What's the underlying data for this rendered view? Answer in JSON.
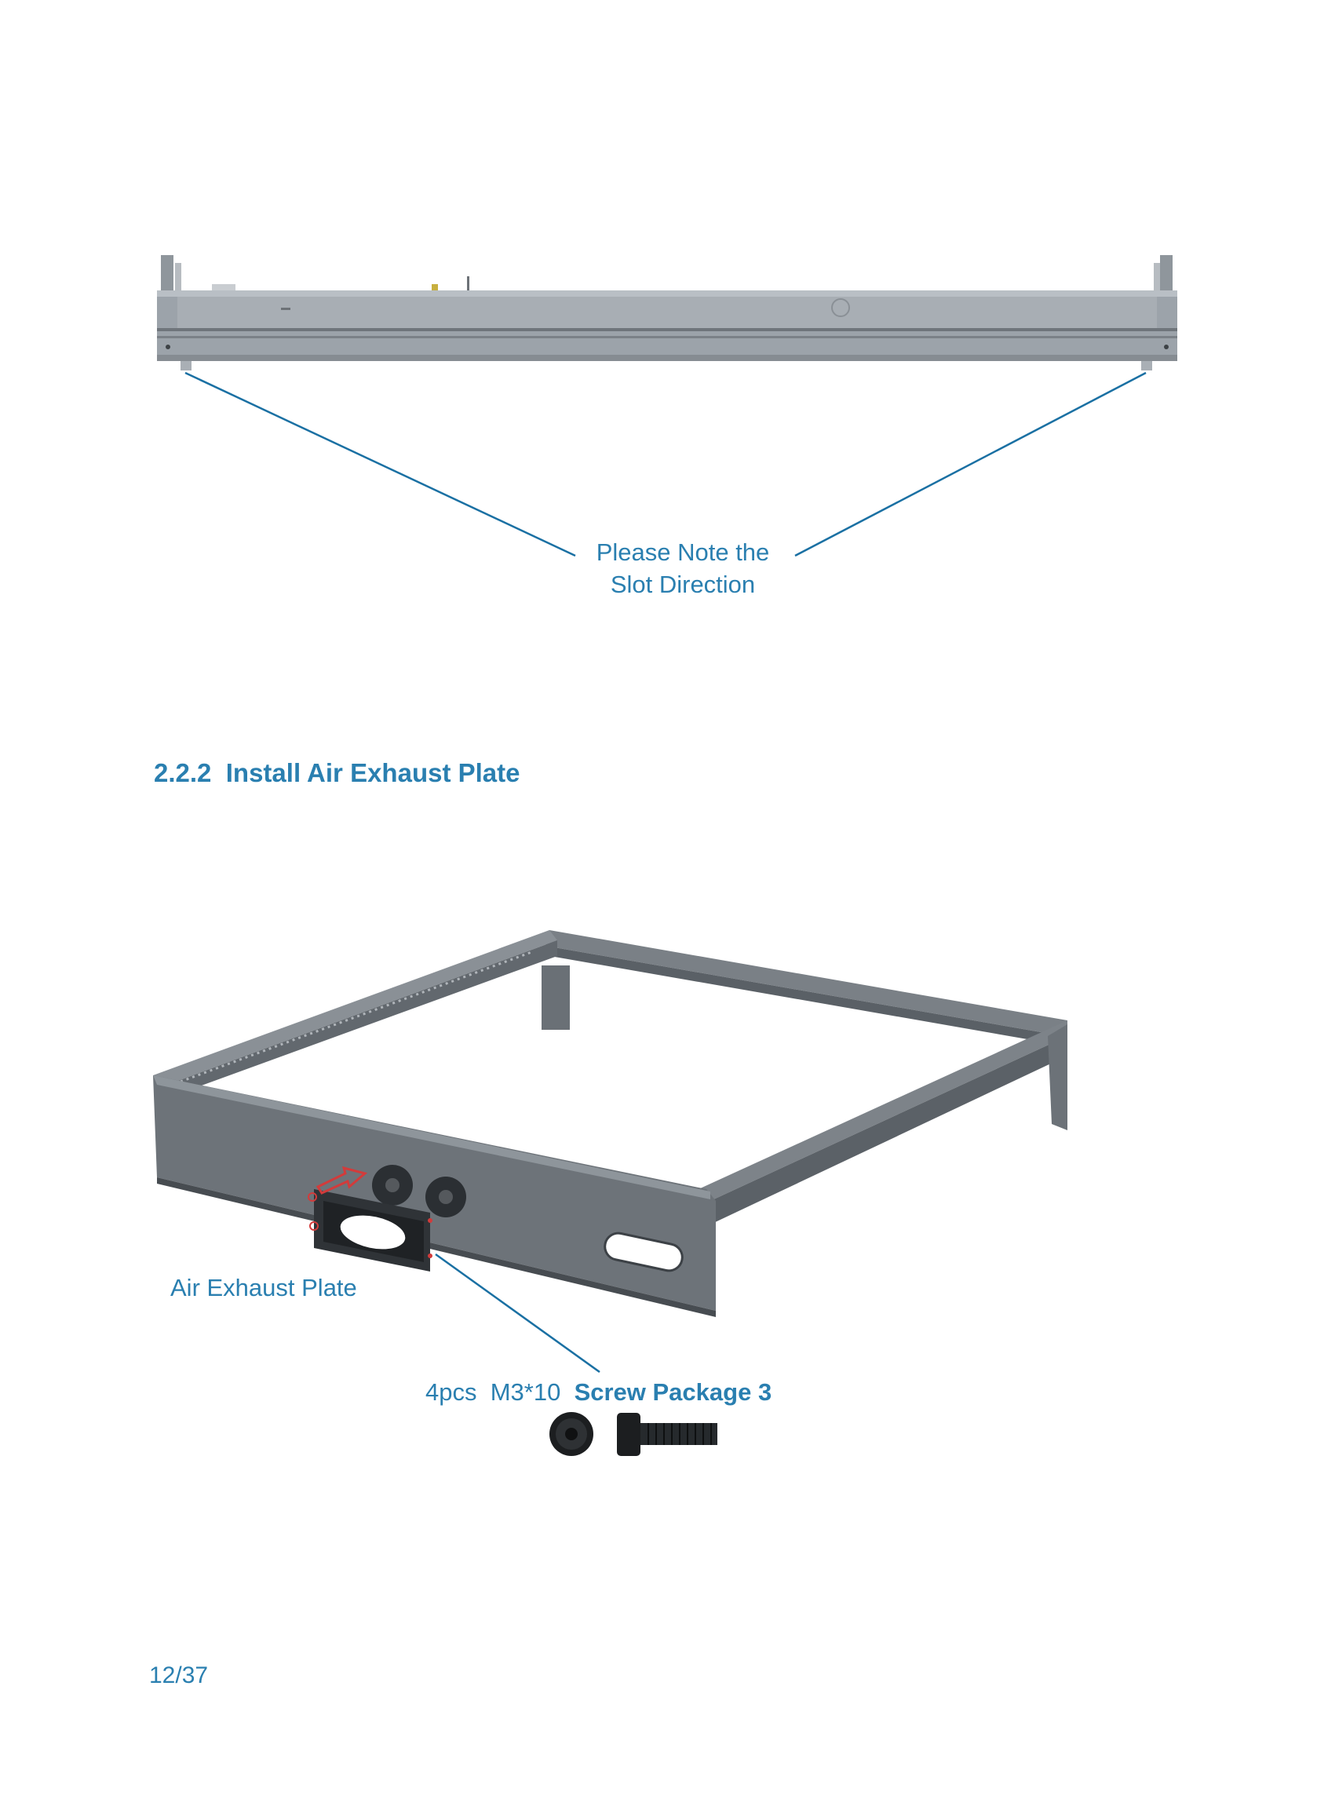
{
  "top_figure": {
    "note_line1": "Please Note the",
    "note_line2": "Slot Direction"
  },
  "section": {
    "number": "2.2.2",
    "title": "Install Air Exhaust Plate"
  },
  "bottom_figure": {
    "part_label": "Air Exhaust Plate",
    "screw_quantity": "4pcs",
    "screw_size": "M3*10",
    "screw_package": "Screw Package 3"
  },
  "footer": {
    "page_number": "12/37"
  },
  "colors": {
    "accent": "#2a7fb0",
    "metal": "#5f656b",
    "metal_light": "#9aa0a6"
  }
}
